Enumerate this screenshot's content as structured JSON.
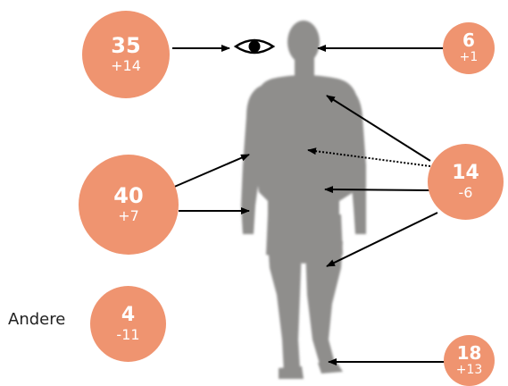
{
  "colors": {
    "bubble": "#EF9470",
    "silhouette": "#8F8E8C",
    "arrow": "#000000",
    "text": "#ffffff"
  },
  "bubbles": [
    {
      "id": "eyes",
      "value": "35",
      "change": "+14"
    },
    {
      "id": "head",
      "value": "6",
      "change": "+1"
    },
    {
      "id": "upper-body",
      "value": "40",
      "change": "+7"
    },
    {
      "id": "trunk-legs",
      "value": "14",
      "change": "-6"
    },
    {
      "id": "other",
      "value": "4",
      "change": "-11",
      "label": "Andere"
    },
    {
      "id": "feet",
      "value": "18",
      "change": "+13"
    }
  ],
  "icons": {
    "eye": "eye-icon",
    "figure": "human-silhouette"
  }
}
